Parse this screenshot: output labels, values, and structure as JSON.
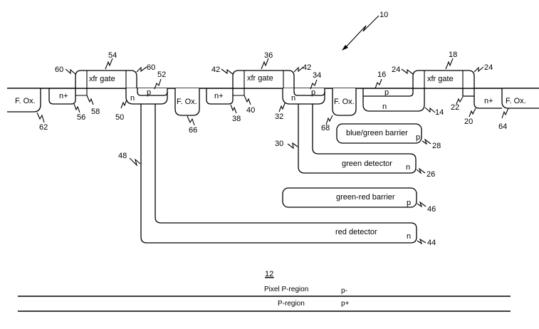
{
  "figure": {
    "device_ref": "10",
    "substrate_ref": "12",
    "layers": [
      {
        "name": "Pixel P-region",
        "doping": "p-"
      },
      {
        "name": "P-region",
        "doping": "p+"
      }
    ],
    "gates": [
      {
        "label": "xfr gate",
        "ref": "54",
        "spacer_ref": "60"
      },
      {
        "label": "xfr gate",
        "ref": "36",
        "spacer_ref": "42"
      },
      {
        "label": "xfr gate",
        "ref": "18",
        "spacer_ref": "24"
      }
    ],
    "field_oxides": [
      {
        "label": "F. Ox.",
        "ref": "62"
      },
      {
        "label": "F. Ox.",
        "ref": "66"
      },
      {
        "label": "F. Ox.",
        "ref": "68"
      },
      {
        "label": "F. Ox.",
        "ref": "64"
      }
    ],
    "n_plus_regions": [
      {
        "label": "n+",
        "ref": "56",
        "ldd_ref": "58"
      },
      {
        "label": "n+",
        "ref": "38",
        "ldd_ref": "40"
      },
      {
        "label": "n+",
        "ref": "20",
        "ldd_ref": "22"
      }
    ],
    "plugs": [
      {
        "n_label": "n",
        "p_label": "p",
        "n_ref": "50",
        "p_ref": "52",
        "contact_ref": "48"
      },
      {
        "n_label": "n",
        "p_label": "p",
        "n_ref": "32",
        "p_ref": "34",
        "contact_ref": "30"
      }
    ],
    "blue_photodiode": {
      "p_label": "p",
      "n_label": "n",
      "p_ref": "16",
      "n_ref": "14"
    },
    "buried_layers": [
      {
        "label": "blue/green barrier",
        "type": "p",
        "ref": "28"
      },
      {
        "label": "green detector",
        "type": "n",
        "ref": "26"
      },
      {
        "label": "green-red barrier",
        "type": "p",
        "ref": "46"
      },
      {
        "label": "red detector",
        "type": "n",
        "ref": "44"
      }
    ]
  }
}
